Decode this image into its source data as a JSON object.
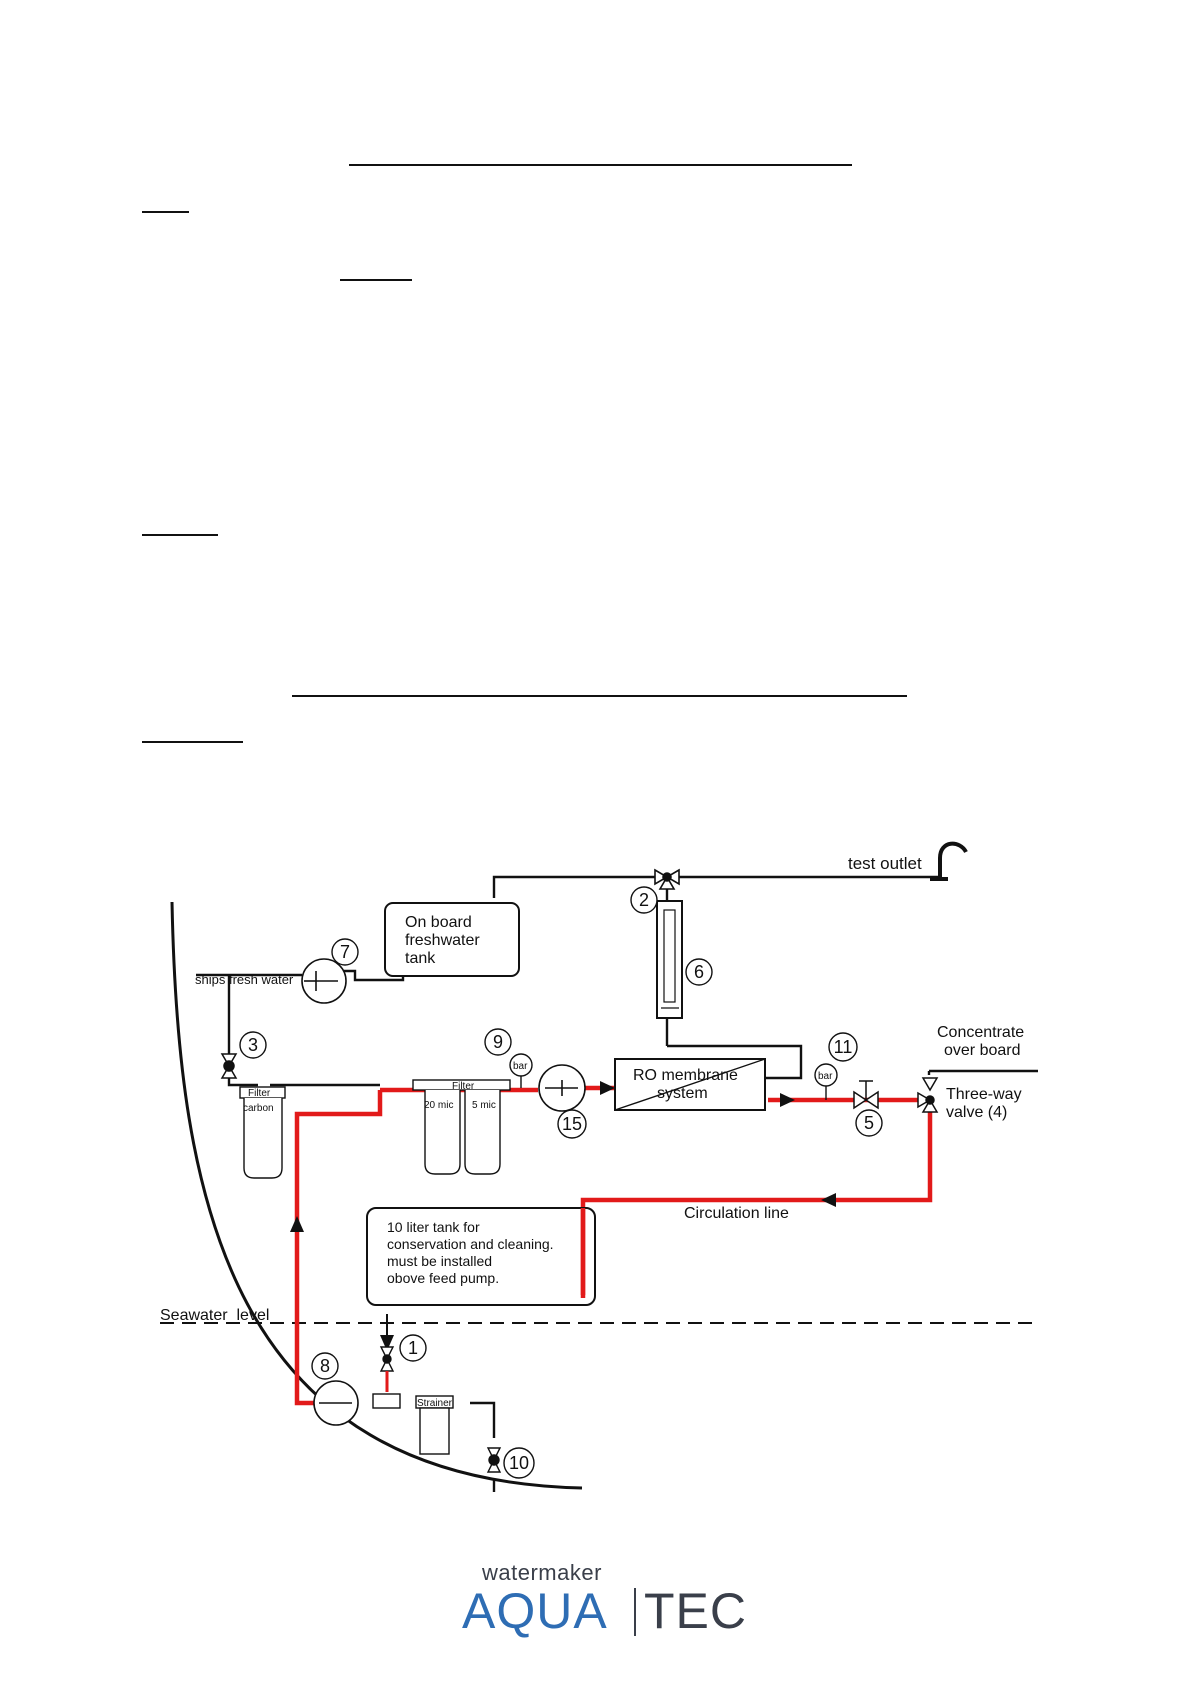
{
  "diagram": {
    "test_outlet": "test outlet",
    "tank_line1": "On board",
    "tank_line2": "freshwater",
    "tank_line3": "tank",
    "ships_fresh_water": "ships fresh water",
    "filter_carbon_label": "Filter",
    "filter_carbon_type": "carbon",
    "filter_main_label": "Filter",
    "filter_20": "20 mic",
    "filter_5": "5 mic",
    "ro_line1": "RO membrane",
    "ro_line2": "system",
    "concentrate_line1": "Concentrate",
    "concentrate_line2": "over board",
    "three_way_line1": "Three-way",
    "three_way_line2": "valve (4)",
    "circulation_line": "Circulation line",
    "small_tank_line1": "10 liter tank for",
    "small_tank_line2": "conservation and cleaning.",
    "small_tank_line3": "must be installed",
    "small_tank_line4": "obove feed pump.",
    "seawater_level": "Seawater  level",
    "strainer": "Strainer",
    "gauge_label": "bar",
    "gauge_label_2": "bar",
    "n1": "1",
    "n2": "2",
    "n3": "3",
    "n5": "5",
    "n6": "6",
    "n7": "7",
    "n8": "8",
    "n9": "9",
    "n10": "10",
    "n11": "11",
    "n15": "15"
  },
  "logo": {
    "sub": "watermaker",
    "aqua": "AQUA",
    "tec": "TEC"
  },
  "colors": {
    "pipe_red": "#e21a1a",
    "line_black": "#111111",
    "logo_blue": "#2e6db4",
    "logo_grey": "#3a3f4a"
  }
}
